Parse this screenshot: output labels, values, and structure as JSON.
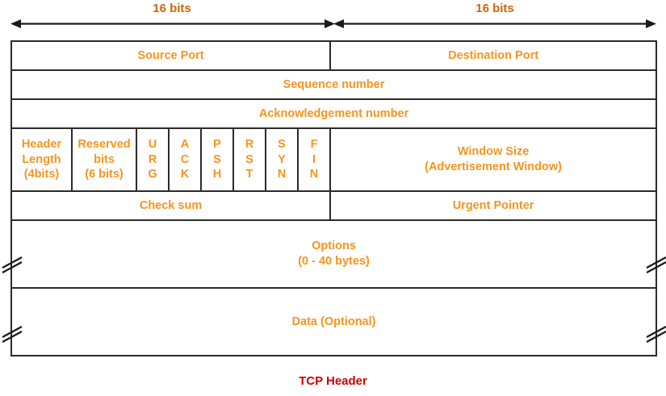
{
  "ruler": {
    "left_label": "16 bits",
    "right_label": "16 bits",
    "arrow_left_name": "double-arrow-icon",
    "arrow_right_name": "double-arrow-icon"
  },
  "colors": {
    "field_label": "#f7941e",
    "bits_label": "#c96806",
    "caption": "#cc0000",
    "border": "#2b2b2b",
    "background": "#ffffff"
  },
  "diagram": {
    "caption": "TCP Header",
    "rows": [
      {
        "name": "ports-row",
        "cells": [
          {
            "label": "Source Port",
            "bits": 16
          },
          {
            "label": "Destination Port",
            "bits": 16
          }
        ]
      },
      {
        "name": "sequence-number-row",
        "cells": [
          {
            "label": "Sequence number",
            "bits": 32
          }
        ]
      },
      {
        "name": "acknowledgement-number-row",
        "cells": [
          {
            "label": "Acknowledgement number",
            "bits": 32
          }
        ]
      },
      {
        "name": "flags-row",
        "cells": [
          {
            "label": "Header Length",
            "sub": "(4bits)",
            "bits": 4
          },
          {
            "label": "Reserved bits",
            "sub": "(6 bits)",
            "bits": 6
          },
          {
            "label": "URG",
            "bits": 1
          },
          {
            "label": "ACK",
            "bits": 1
          },
          {
            "label": "PSH",
            "bits": 1
          },
          {
            "label": "RST",
            "bits": 1
          },
          {
            "label": "SYN",
            "bits": 1
          },
          {
            "label": "FIN",
            "bits": 1
          },
          {
            "label": "Window Size",
            "sub": "(Advertisement Window)",
            "bits": 16
          }
        ]
      },
      {
        "name": "checksum-row",
        "cells": [
          {
            "label": "Check sum",
            "bits": 16
          },
          {
            "label": "Urgent Pointer",
            "bits": 16
          }
        ]
      },
      {
        "name": "options-row",
        "cells": [
          {
            "label": "Options",
            "sub": "(0 - 40 bytes)"
          }
        ]
      },
      {
        "name": "data-row",
        "cells": [
          {
            "label": "Data (Optional)"
          }
        ]
      }
    ]
  },
  "fields": {
    "source_port": "Source Port",
    "destination_port": "Destination Port",
    "sequence_number": "Sequence number",
    "acknowledgement_number": "Acknowledgement number",
    "header_length": "Header",
    "header_length_2": "Length",
    "header_length_sub": "(4bits)",
    "reserved": "Reserved",
    "reserved_2": "bits",
    "reserved_sub": "(6 bits)",
    "window_size": "Window Size",
    "window_size_sub": "(Advertisement Window)",
    "check_sum": "Check sum",
    "urgent_pointer": "Urgent Pointer",
    "options": "Options",
    "options_sub": "(0 - 40 bytes)",
    "data": "Data (Optional)"
  },
  "flags": {
    "urg": [
      "U",
      "R",
      "G"
    ],
    "ack": [
      "A",
      "C",
      "K"
    ],
    "psh": [
      "P",
      "S",
      "H"
    ],
    "rst": [
      "R",
      "S",
      "T"
    ],
    "syn": [
      "S",
      "Y",
      "N"
    ],
    "fin": [
      "F",
      "I",
      "N"
    ]
  }
}
